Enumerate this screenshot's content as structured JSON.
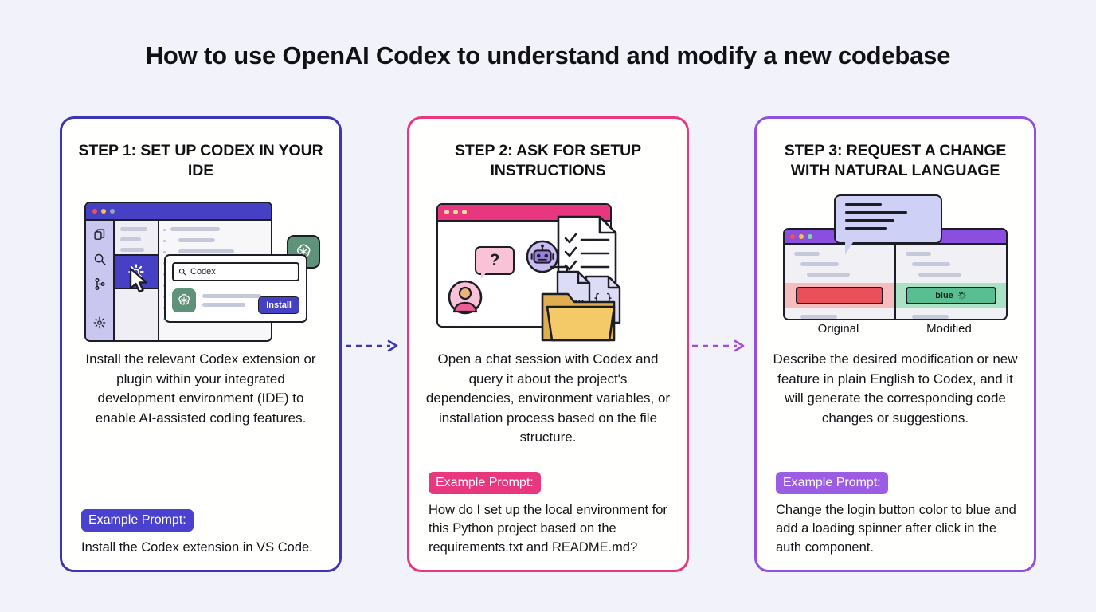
{
  "page": {
    "title": "How to use OpenAI Codex to understand and modify a new codebase",
    "background_color": "#f2f2fb"
  },
  "cards": [
    {
      "step_title": "STEP 1: SET UP CODEX IN YOUR IDE",
      "accent_color": "#3d35b5",
      "badge_color": "#4a42cf",
      "description": "Install the relevant Codex extension or plugin within your integrated development environment (IDE) to enable AI-assisted coding features.",
      "prompt_label": "Example Prompt:",
      "prompt_text": "Install the Codex extension in VS Code.",
      "illustration": {
        "name": "ide-extension-install",
        "search_value": "Codex",
        "install_label": "Install",
        "titlebar_color": "#4640c4",
        "rail_icons": [
          "copy-files-icon",
          "search-icon",
          "branch-icon",
          "gear-icon"
        ],
        "selected_icon": "gear-icon",
        "brand_icon": "openai-logo-icon"
      }
    },
    {
      "step_title": "STEP 2: ASK FOR SETUP INSTRUCTIONS",
      "accent_color": "#e8377f",
      "badge_color": "#e8377f",
      "description": "Open a chat session with Codex and query it about the project's dependencies, environment variables, or installation process based on the file structure.",
      "prompt_label": "Example Prompt:",
      "prompt_text": "How do I set up the local environment for this Python project based on the requirements.txt and README.md?",
      "illustration": {
        "name": "chat-session-files",
        "question_mark": "?",
        "env_file_label": ".env",
        "code_file_label": "{ }",
        "titlebar_color": "#e8377f",
        "icons": [
          "user-avatar-icon",
          "question-bubble-icon",
          "robot-avatar-icon",
          "checklist-document-icon",
          "folder-icon",
          "env-file-icon",
          "code-file-icon"
        ]
      }
    },
    {
      "step_title": "STEP 3: REQUEST A CHANGE WITH NATURAL LANGUAGE",
      "accent_color": "#9150de",
      "badge_color": "#9c5ce4",
      "description": "Describe the desired modification or new feature in plain English to Codex, and it will generate the corresponding code changes or suggestions.",
      "prompt_label": "Example Prompt:",
      "prompt_text": "Change the login button color to blue and add a loading spinner after click in the auth component.",
      "illustration": {
        "name": "code-diff-original-modified",
        "left_label": "Original",
        "right_label": "Modified",
        "modified_button_label": "blue",
        "removed_color": "#f7bcbd",
        "added_color": "#a9e2c4",
        "original_button_color": "#ea5059",
        "modified_button_color": "#59bf93",
        "titlebar_color": "#8b4fe0",
        "icons": [
          "speech-bubble-icon",
          "loading-spinner-icon"
        ]
      }
    }
  ],
  "arrows": [
    {
      "name": "arrow-step1-to-step2",
      "color": "#3d35b5",
      "style": "dashed"
    },
    {
      "name": "arrow-step2-to-step3",
      "color": "#a84bd4",
      "style": "dashed"
    }
  ]
}
